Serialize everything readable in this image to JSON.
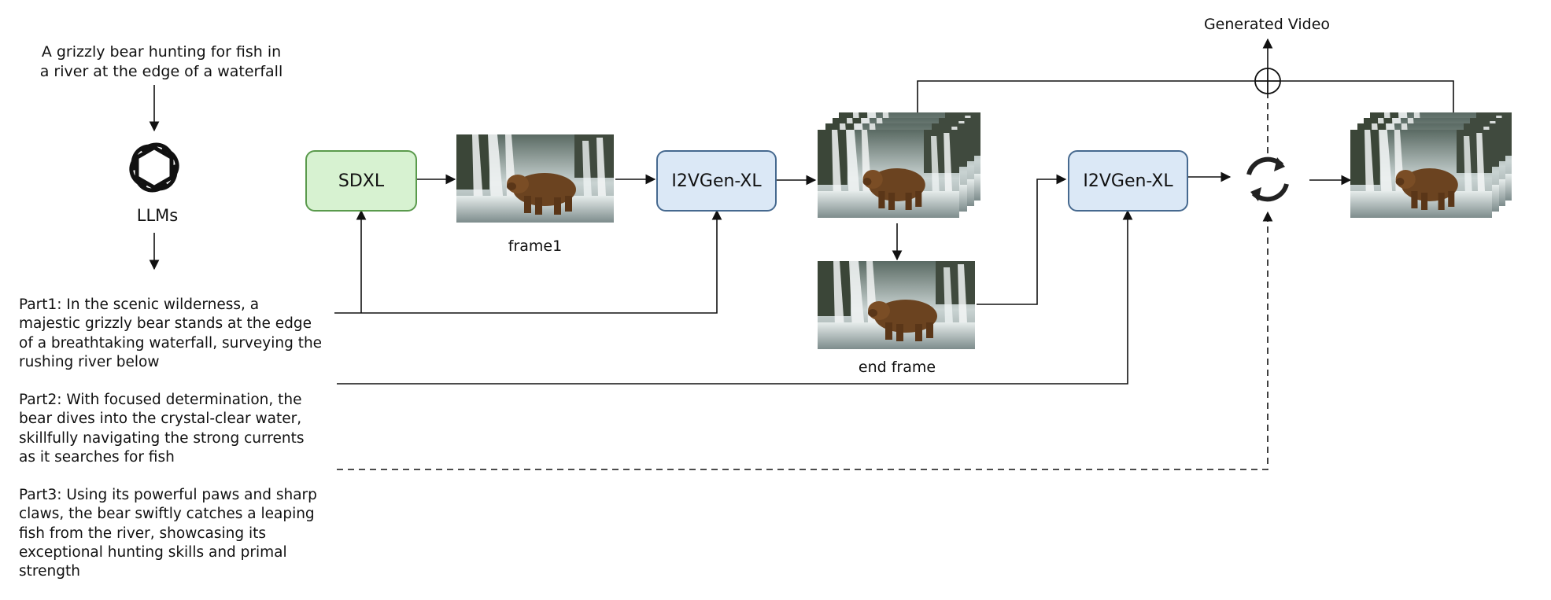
{
  "prompt": "A grizzly bear hunting for fish in\na river at the edge of a waterfall",
  "llm_label": "LLMs",
  "llm_icon": "openai-logo-icon",
  "parts": [
    "Part1: In the scenic wilderness, a\nmajestic grizzly bear stands at the edge\nof a breathtaking waterfall, surveying the\nrushing river below",
    "Part2: With focused determination, the\nbear dives into the crystal-clear water,\nskillfully navigating the strong currents\nas it searches for fish",
    "Part3: Using its powerful paws and sharp\nclaws, the bear swiftly catches a leaping\nfish from the river, showcasing its\nexceptional hunting skills and primal\nstrength"
  ],
  "nodes": {
    "sdxl": "SDXL",
    "i2vgen_1": "I2VGen-XL",
    "i2vgen_2": "I2VGen-XL"
  },
  "labels": {
    "frame1": "frame1",
    "end_frame": "end frame",
    "generated_video": "Generated Video"
  },
  "colors": {
    "sdxl_fill": "#d7f2d1",
    "sdxl_border": "#5a9a4c",
    "i2v_fill": "#dbe8f6",
    "i2v_border": "#46698f"
  }
}
